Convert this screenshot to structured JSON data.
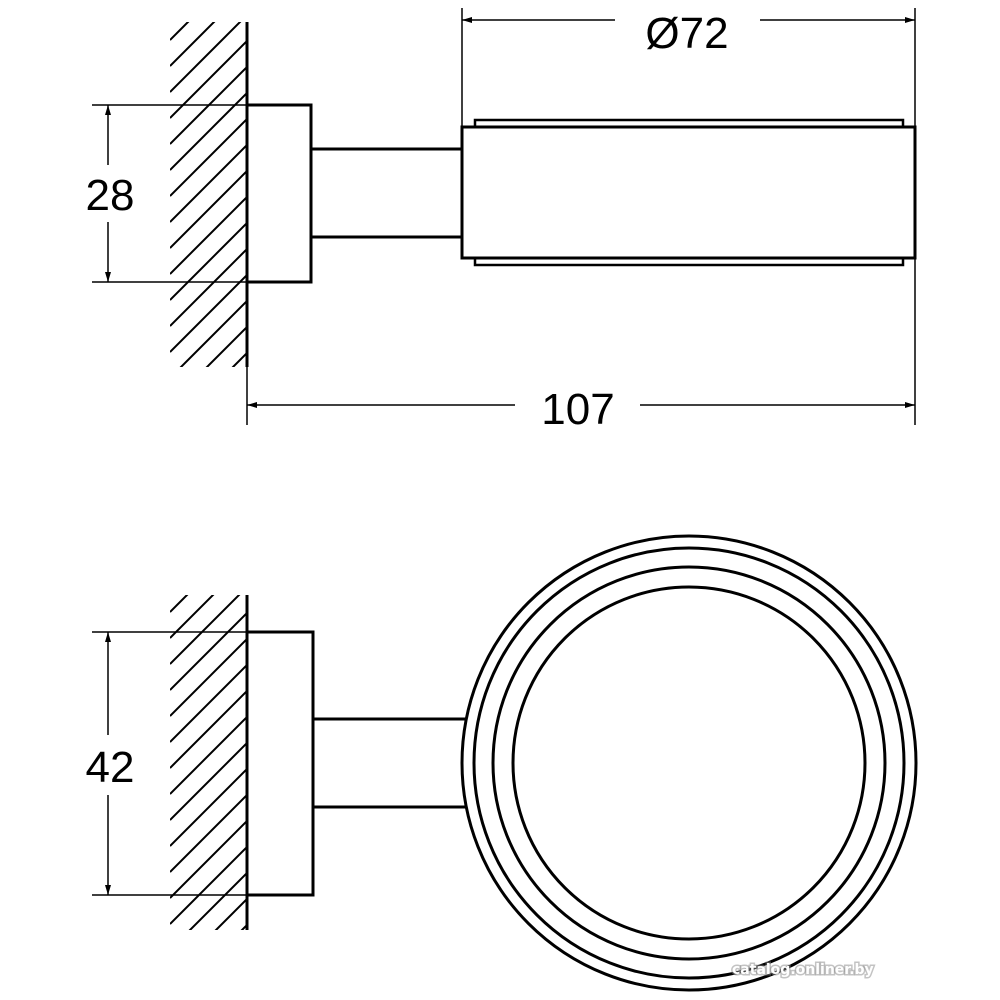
{
  "drawing": {
    "side_view": {
      "dim_diameter": "Ø72",
      "dim_length": "107",
      "dim_base_height": "28"
    },
    "front_view": {
      "dim_base_height": "42"
    }
  },
  "watermark": "catalog.onliner.by",
  "colors": {
    "line": "#000000",
    "background": "#ffffff"
  }
}
